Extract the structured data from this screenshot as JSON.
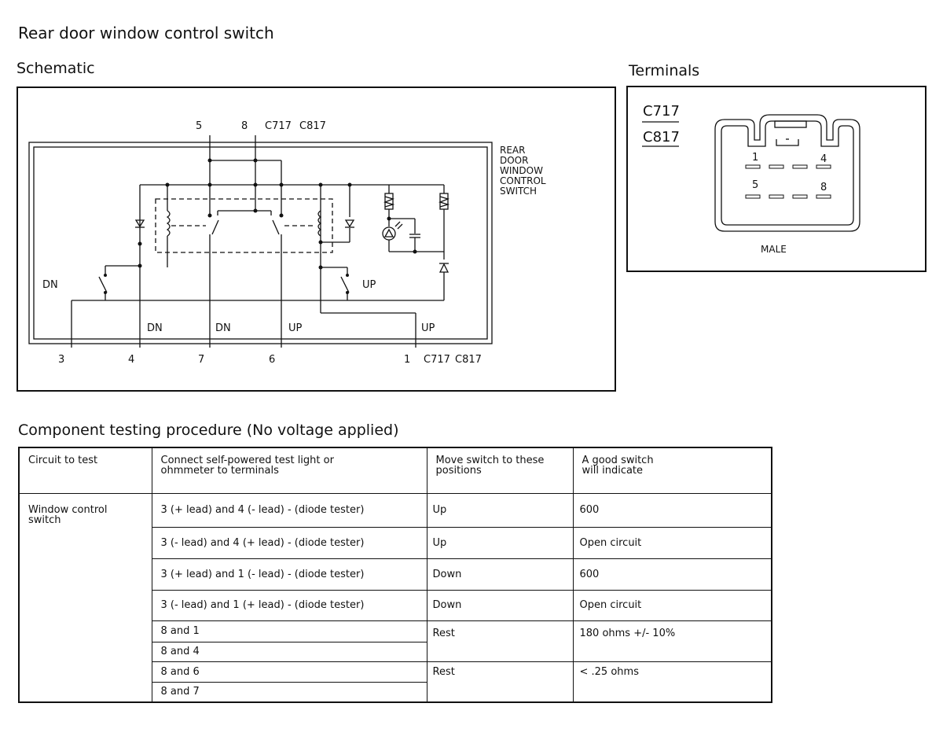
{
  "page": {
    "title": "Rear door window control switch",
    "schematic_title": "Schematic",
    "terminals_title": "Terminals",
    "testing_title": "Component testing procedure (No voltage applied)"
  },
  "schematic": {
    "switch_label_lines": [
      "REAR",
      "DOOR",
      "WINDOW",
      "CONTROL",
      "SWITCH"
    ],
    "top_pins": {
      "pin5": "5",
      "pin8": "8",
      "connector1": "C717",
      "connector2": "C817"
    },
    "bottom_pins": {
      "pin3": "3",
      "pin4": "4",
      "pin7": "7",
      "pin6": "6",
      "pin1": "1",
      "connector1": "C717",
      "connector2": "C817"
    },
    "labels": {
      "dn_left": "DN",
      "up_right": "UP",
      "dn_4": "DN",
      "dn_7": "DN",
      "up_6": "UP",
      "up_1": "UP"
    }
  },
  "terminals": {
    "connector1": "C717",
    "connector2": "C817",
    "pin_labels": {
      "p1": "1",
      "p4": "4",
      "p5": "5",
      "p8": "8"
    },
    "gender": "MALE"
  },
  "table": {
    "headers": {
      "circuit": "Circuit to test",
      "connect_line1": "Connect self-powered test light or",
      "connect_line2": "ohmmeter to terminals",
      "move_line1": "Move switch to these",
      "move_line2": "positions",
      "indicate_line1": "A good switch",
      "indicate_line2": "will indicate"
    },
    "circuit_line1": "Window control",
    "circuit_line2": "switch",
    "rows": [
      {
        "connect": "3 (+ lead) and 4 (- lead) - (diode tester)",
        "position": "Up",
        "result": "600"
      },
      {
        "connect": "3 (- lead) and 4 (+ lead) - (diode tester)",
        "position": "Up",
        "result": "Open circuit"
      },
      {
        "connect": "3 (+ lead) and 1 (- lead) - (diode tester)",
        "position": "Down",
        "result": "600"
      },
      {
        "connect": "3 (- lead) and 1 (+ lead) - (diode tester)",
        "position": "Down",
        "result": "Open circuit"
      }
    ],
    "group1": {
      "connect_a": "8 and 1",
      "connect_b": "8 and 4",
      "position": "Rest",
      "result": "180 ohms +/- 10%"
    },
    "group2": {
      "connect_a": "8 and 6",
      "connect_b": "8 and 7",
      "position": "Rest",
      "result": "< .25 ohms"
    }
  }
}
